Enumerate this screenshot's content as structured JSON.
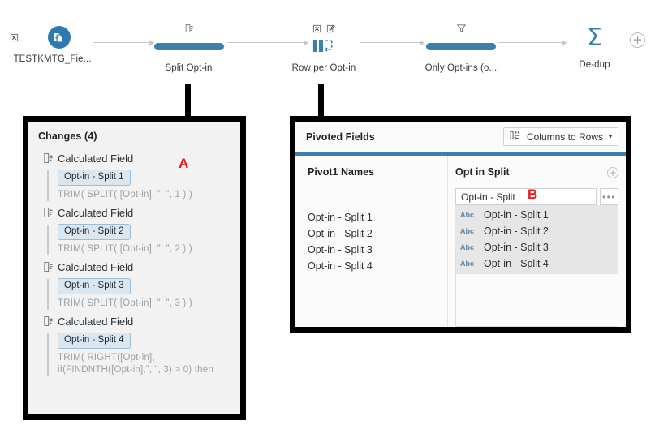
{
  "flow": {
    "nodes": [
      {
        "id": "source",
        "label": "TESTKMTG_Fie...",
        "type": "input-source",
        "icon": "database-file-icon",
        "actions": [
          "remove-step-icon"
        ]
      },
      {
        "id": "split",
        "label": "Split Opt-in",
        "type": "clean-step",
        "icon": "clean-step-icon",
        "actions": []
      },
      {
        "id": "pivot",
        "label": "Row per Opt-in",
        "type": "pivot-step",
        "icon": "pivot-icon",
        "actions": [
          "remove-step-icon",
          "edit-step-icon"
        ]
      },
      {
        "id": "filter",
        "label": "Only Opt-ins (o...",
        "type": "clean-step",
        "icon": "filter-icon",
        "actions": []
      },
      {
        "id": "dedup",
        "label": "De-dup",
        "type": "aggregate-step",
        "icon": "sigma-icon",
        "actions": []
      }
    ],
    "add_step_label": "+"
  },
  "changes_panel": {
    "title": "Changes (4)",
    "items": [
      {
        "kind": "Calculated Field",
        "field": "Opt-in - Split 1",
        "formula": "TRIM( SPLIT( [Opt-in], ”, ”, 1 ) )"
      },
      {
        "kind": "Calculated Field",
        "field": "Opt-in - Split 2",
        "formula": "TRIM( SPLIT( [Opt-in], ”, ”, 2 ) )"
      },
      {
        "kind": "Calculated Field",
        "field": "Opt-in - Split 3",
        "formula": "TRIM( SPLIT( [Opt-in], ”, ”, 3 ) )"
      },
      {
        "kind": "Calculated Field",
        "field": "Opt-in - Split 4",
        "formula": "TRIM( RIGHT([Opt-in],\nif(FINDNTH([Opt-in],”, ”, 3) > 0) then"
      }
    ],
    "marker": "A"
  },
  "pivot_panel": {
    "title": "Pivoted Fields",
    "pivot_type_button": "Columns to Rows",
    "caret": "▾",
    "left_column_header": "Pivot1 Names",
    "left_column_values": [
      "Opt-in - Split 1",
      "Opt-in - Split 2",
      "Opt-in - Split 3",
      "Opt-in - Split 4"
    ],
    "right_column_header": "Opt in Split",
    "add_field_label": "+",
    "search_value": "Opt-in - Split",
    "more_label": "•••",
    "right_column_values": [
      {
        "type": "Abc",
        "name": "Opt-in - Split 1"
      },
      {
        "type": "Abc",
        "name": "Opt-in - Split 2"
      },
      {
        "type": "Abc",
        "name": "Opt-in - Split 3"
      },
      {
        "type": "Abc",
        "name": "Opt-in - Split 4"
      }
    ],
    "marker": "B"
  },
  "colors": {
    "accent_blue": "#3d7fab",
    "source_circle_blue": "#2e7ab0",
    "pill_border_blue": "#9fbcd3",
    "pill_fill_blue": "#dbe7f0",
    "marker_red": "#e8191b",
    "annotation_black": "#000000",
    "panel_gray": "#f2f2f2",
    "value_row_gray": "#e6e6e6"
  }
}
